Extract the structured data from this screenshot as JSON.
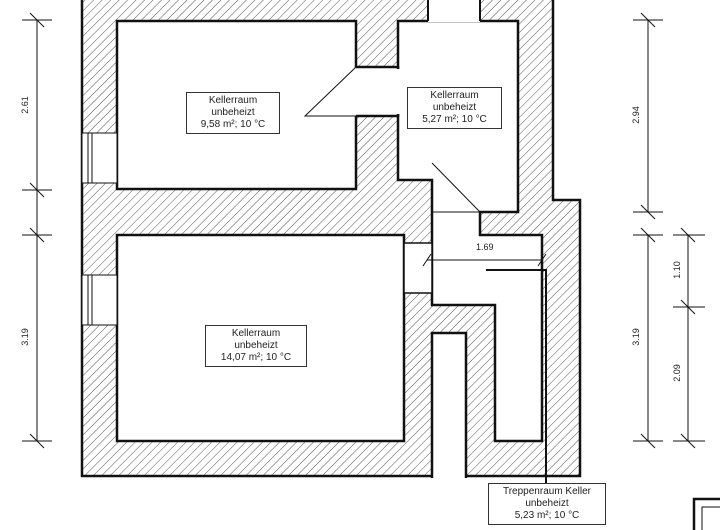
{
  "rooms": [
    {
      "name": "Kellerraum",
      "status": "unbeheizt",
      "info": "9,58 m²; 10 °C"
    },
    {
      "name": "Kellerraum",
      "status": "unbeheizt",
      "info": "5,27 m²; 10 °C"
    },
    {
      "name": "Kellerraum",
      "status": "unbeheizt",
      "info": "14,07 m²; 10 °C"
    },
    {
      "name": "Treppenraum Keller",
      "status": "unbeheizt",
      "info": "5,23 m²; 10 °C"
    }
  ],
  "dimensions": {
    "left_top": "2.61",
    "left_bottom": "3.19",
    "right_top": "2.94",
    "right_bottom": "3.19",
    "right_inner_top": "1.10",
    "right_inner_bottom": "2.09",
    "stair_width": "1.69"
  }
}
